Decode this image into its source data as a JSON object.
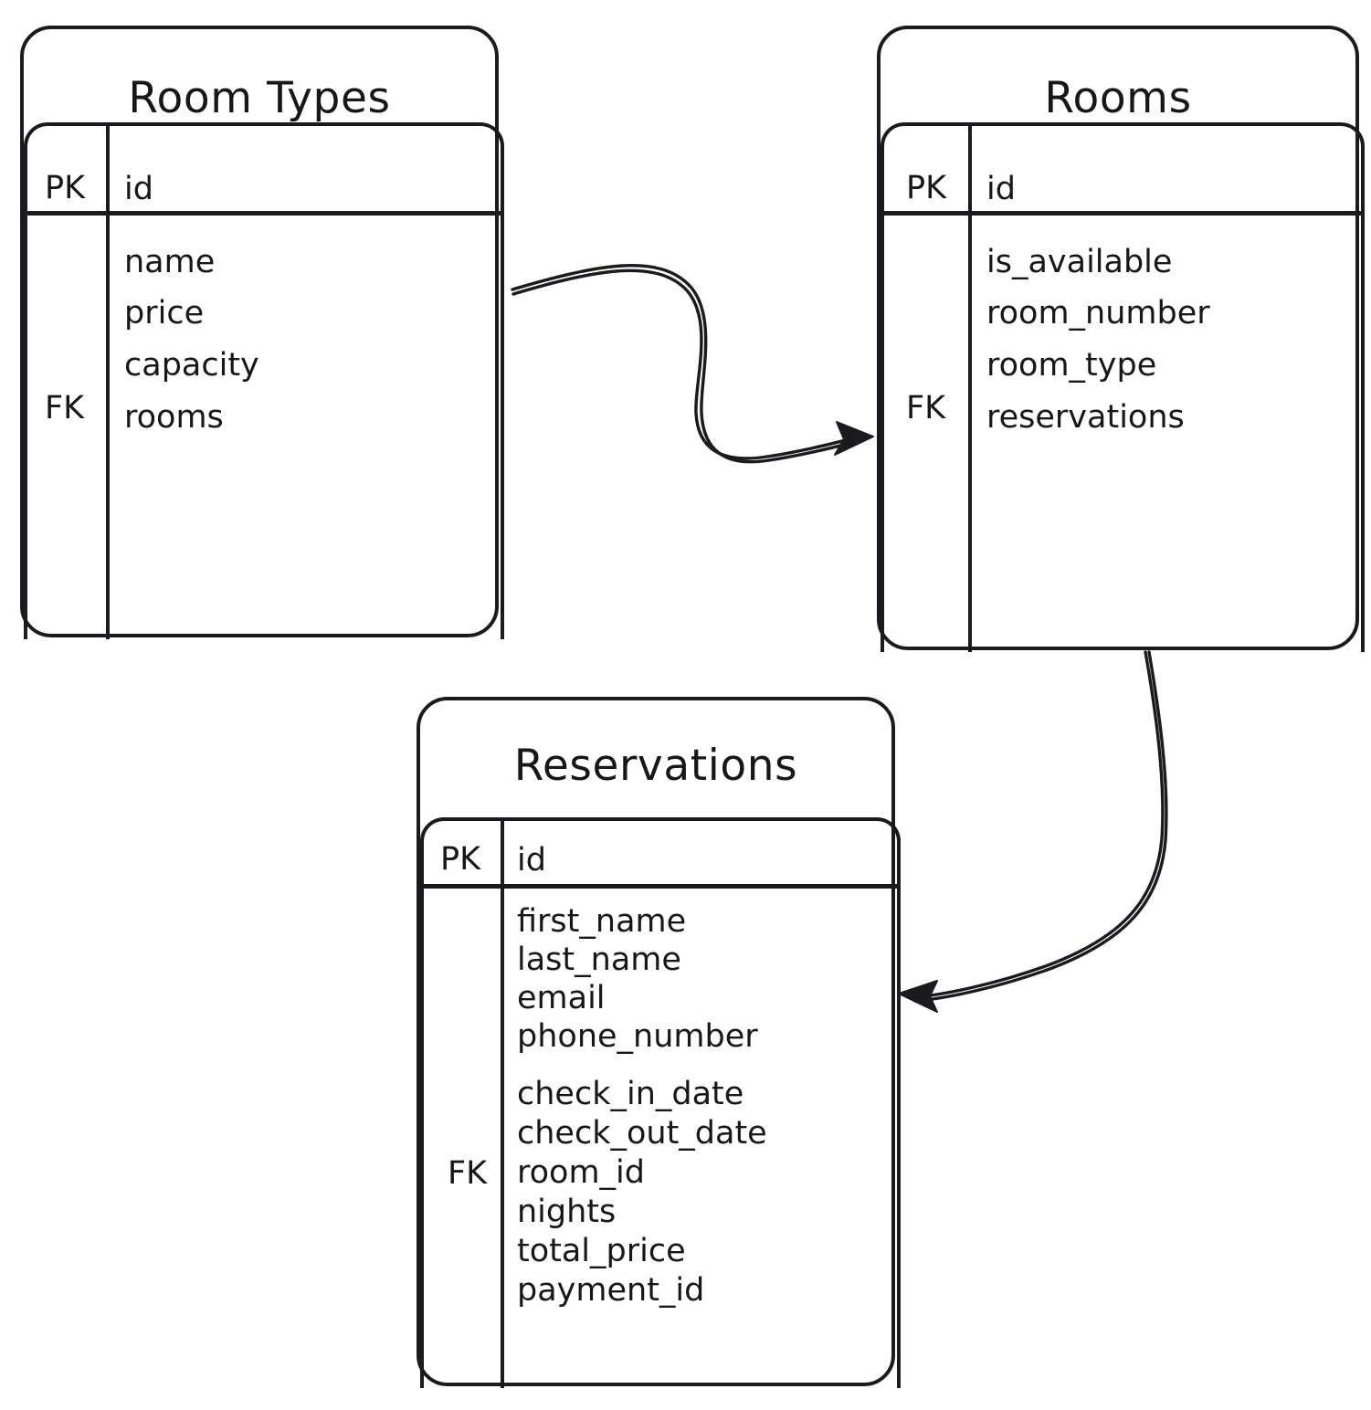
{
  "diagram": {
    "type": "entity-relationship-diagram",
    "style": "hand-drawn",
    "stroke_color": "#1b1b1f",
    "background_color": "#ffffff",
    "entities": [
      {
        "id": "room-types",
        "title": "Room Types",
        "key_labels": {
          "pk": "PK",
          "fk": "FK"
        },
        "primary_key": "id",
        "fields": [
          "name",
          "price",
          "capacity",
          "rooms"
        ],
        "fk_field": "rooms"
      },
      {
        "id": "rooms",
        "title": "Rooms",
        "key_labels": {
          "pk": "PK",
          "fk": "FK"
        },
        "primary_key": "id",
        "fields": [
          "is_available",
          "room_number",
          "room_type",
          "reservations"
        ],
        "fk_field": "reservations"
      },
      {
        "id": "reservations",
        "title": "Reservations",
        "key_labels": {
          "pk": "PK",
          "fk": "FK"
        },
        "primary_key": "id",
        "fields": [
          "first_name",
          "last_name",
          "email",
          "phone_number",
          "check_in_date",
          "check_out_date",
          "room_id",
          "nights",
          "total_price",
          "payment_id"
        ],
        "fk_field": "room_id"
      }
    ],
    "relationships": [
      {
        "id": "rel-roomtypes-rooms",
        "from": "room-types",
        "to": "rooms",
        "arrow": "single"
      },
      {
        "id": "rel-rooms-reservations",
        "from": "rooms",
        "to": "reservations",
        "arrow": "single"
      }
    ]
  }
}
